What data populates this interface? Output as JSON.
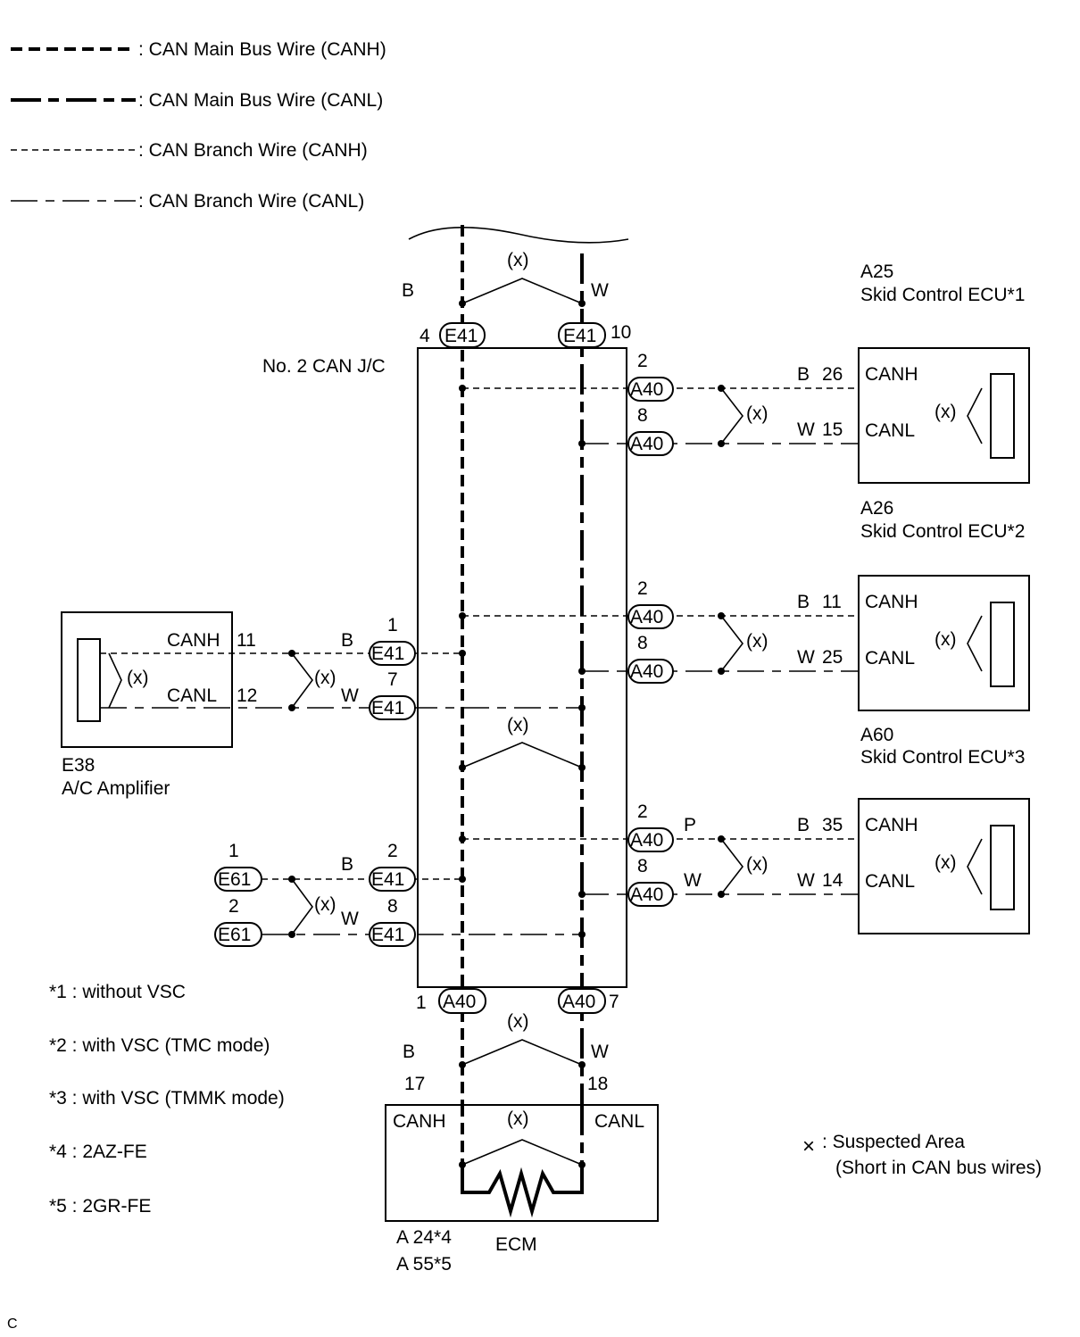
{
  "legend": [
    {
      "label": ": CAN Main Bus Wire (CANH)"
    },
    {
      "label": ": CAN Main Bus Wire (CANL)"
    },
    {
      "label": ": CAN Branch Wire (CANH)"
    },
    {
      "label": ": CAN Branch Wire (CANL)"
    }
  ],
  "suspect_mark": "(x)",
  "junction": {
    "name": "No. 2 CAN J/C",
    "top_left": {
      "conn": "E41",
      "pin": "4"
    },
    "top_right": {
      "conn": "E41",
      "pin": "10"
    },
    "bottom_left": {
      "conn": "A40",
      "pin": "1"
    },
    "bottom_right": {
      "conn": "A40",
      "pin": "7"
    }
  },
  "top_wires": {
    "left_color": "B",
    "right_color": "W"
  },
  "ecus": [
    {
      "id": "A25",
      "name": "Skid Control ECU*1",
      "canh": "CANH",
      "canl": "CANL",
      "h_pin": "2",
      "l_pin": "8",
      "conn": "A40",
      "h_color": "B",
      "h_num": "26",
      "l_color": "W",
      "l_num": "15"
    },
    {
      "id": "A26",
      "name": "Skid Control ECU*2",
      "canh": "CANH",
      "canl": "CANL",
      "h_pin": "2",
      "l_pin": "8",
      "conn": "A40",
      "h_color": "B",
      "h_num": "11",
      "l_color": "W",
      "l_num": "25"
    },
    {
      "id": "A60",
      "name": "Skid Control ECU*3",
      "canh": "CANH",
      "canl": "CANL",
      "h_pin": "2",
      "l_pin": "8",
      "conn": "A40",
      "h_color": "B",
      "h_num": "35",
      "l_color": "W",
      "l_num": "14",
      "h_wire": "P",
      "l_wire": "W"
    }
  ],
  "amplifier": {
    "id": "E38",
    "name": "A/C Amplifier",
    "canh": "CANH",
    "canl": "CANL",
    "h_num": "11",
    "l_num": "12",
    "h_color": "B",
    "l_color": "W",
    "conn": "E41",
    "h_pin": "1",
    "l_pin": "7"
  },
  "e61": {
    "conn": "E61",
    "h_pin": "1",
    "l_pin": "2",
    "j_conn": "E41",
    "j_h_pin": "2",
    "j_l_pin": "8",
    "h_color": "B",
    "l_color": "W"
  },
  "ecm": {
    "name": "ECM",
    "canh": "CANH",
    "canl": "CANL",
    "h_pin": "17",
    "l_pin": "18",
    "h_color": "B",
    "l_color": "W",
    "id1": "A 24*4",
    "id2": "A 55*5"
  },
  "notes": [
    "*1 : without VSC",
    "*2 : with VSC (TMC mode)",
    "*3 : with VSC (TMMK mode)",
    "*4 : 2AZ-FE",
    "*5 : 2GR-FE"
  ],
  "suspected": {
    "mark": "×",
    "line1": ": Suspected Area",
    "line2": "(Short in CAN bus wires)"
  },
  "footer": "C"
}
